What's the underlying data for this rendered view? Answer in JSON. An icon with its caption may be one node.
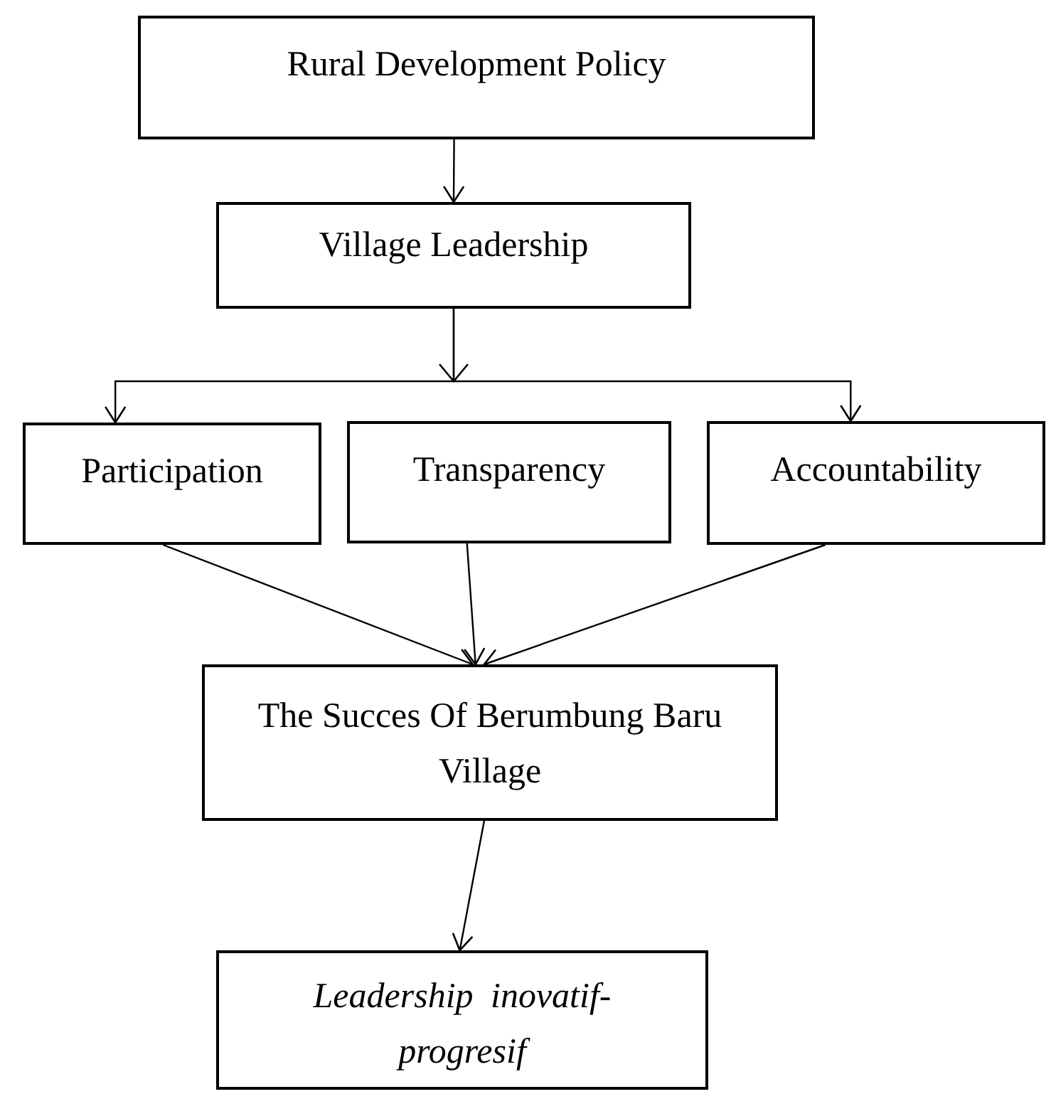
{
  "diagram": {
    "nodes": [
      {
        "text": [
          "Rural Development Policy"
        ]
      },
      {
        "text": [
          "Village Leadership"
        ]
      },
      {
        "text": [
          "Participation"
        ]
      },
      {
        "text": [
          "Transparency"
        ]
      },
      {
        "text": [
          "Accountability"
        ]
      },
      {
        "text": [
          "The Succes Of Berumbung Baru Village"
        ]
      },
      {
        "text": [
          "Leadership inovatif-progresif"
        ]
      }
    ],
    "edges": [
      {
        "from": 0,
        "to": 1,
        "arrow": "to"
      },
      {
        "from": 1,
        "to": 2,
        "arrow": "to"
      },
      {
        "from": 1,
        "to": 4,
        "arrow": "to"
      },
      {
        "from": 2,
        "to": 5,
        "arrow": "to"
      },
      {
        "from": 3,
        "to": 5,
        "arrow": "to"
      },
      {
        "from": 4,
        "to": 5,
        "arrow": "to"
      },
      {
        "from": 5,
        "to": 6,
        "arrow": "to"
      }
    ]
  }
}
